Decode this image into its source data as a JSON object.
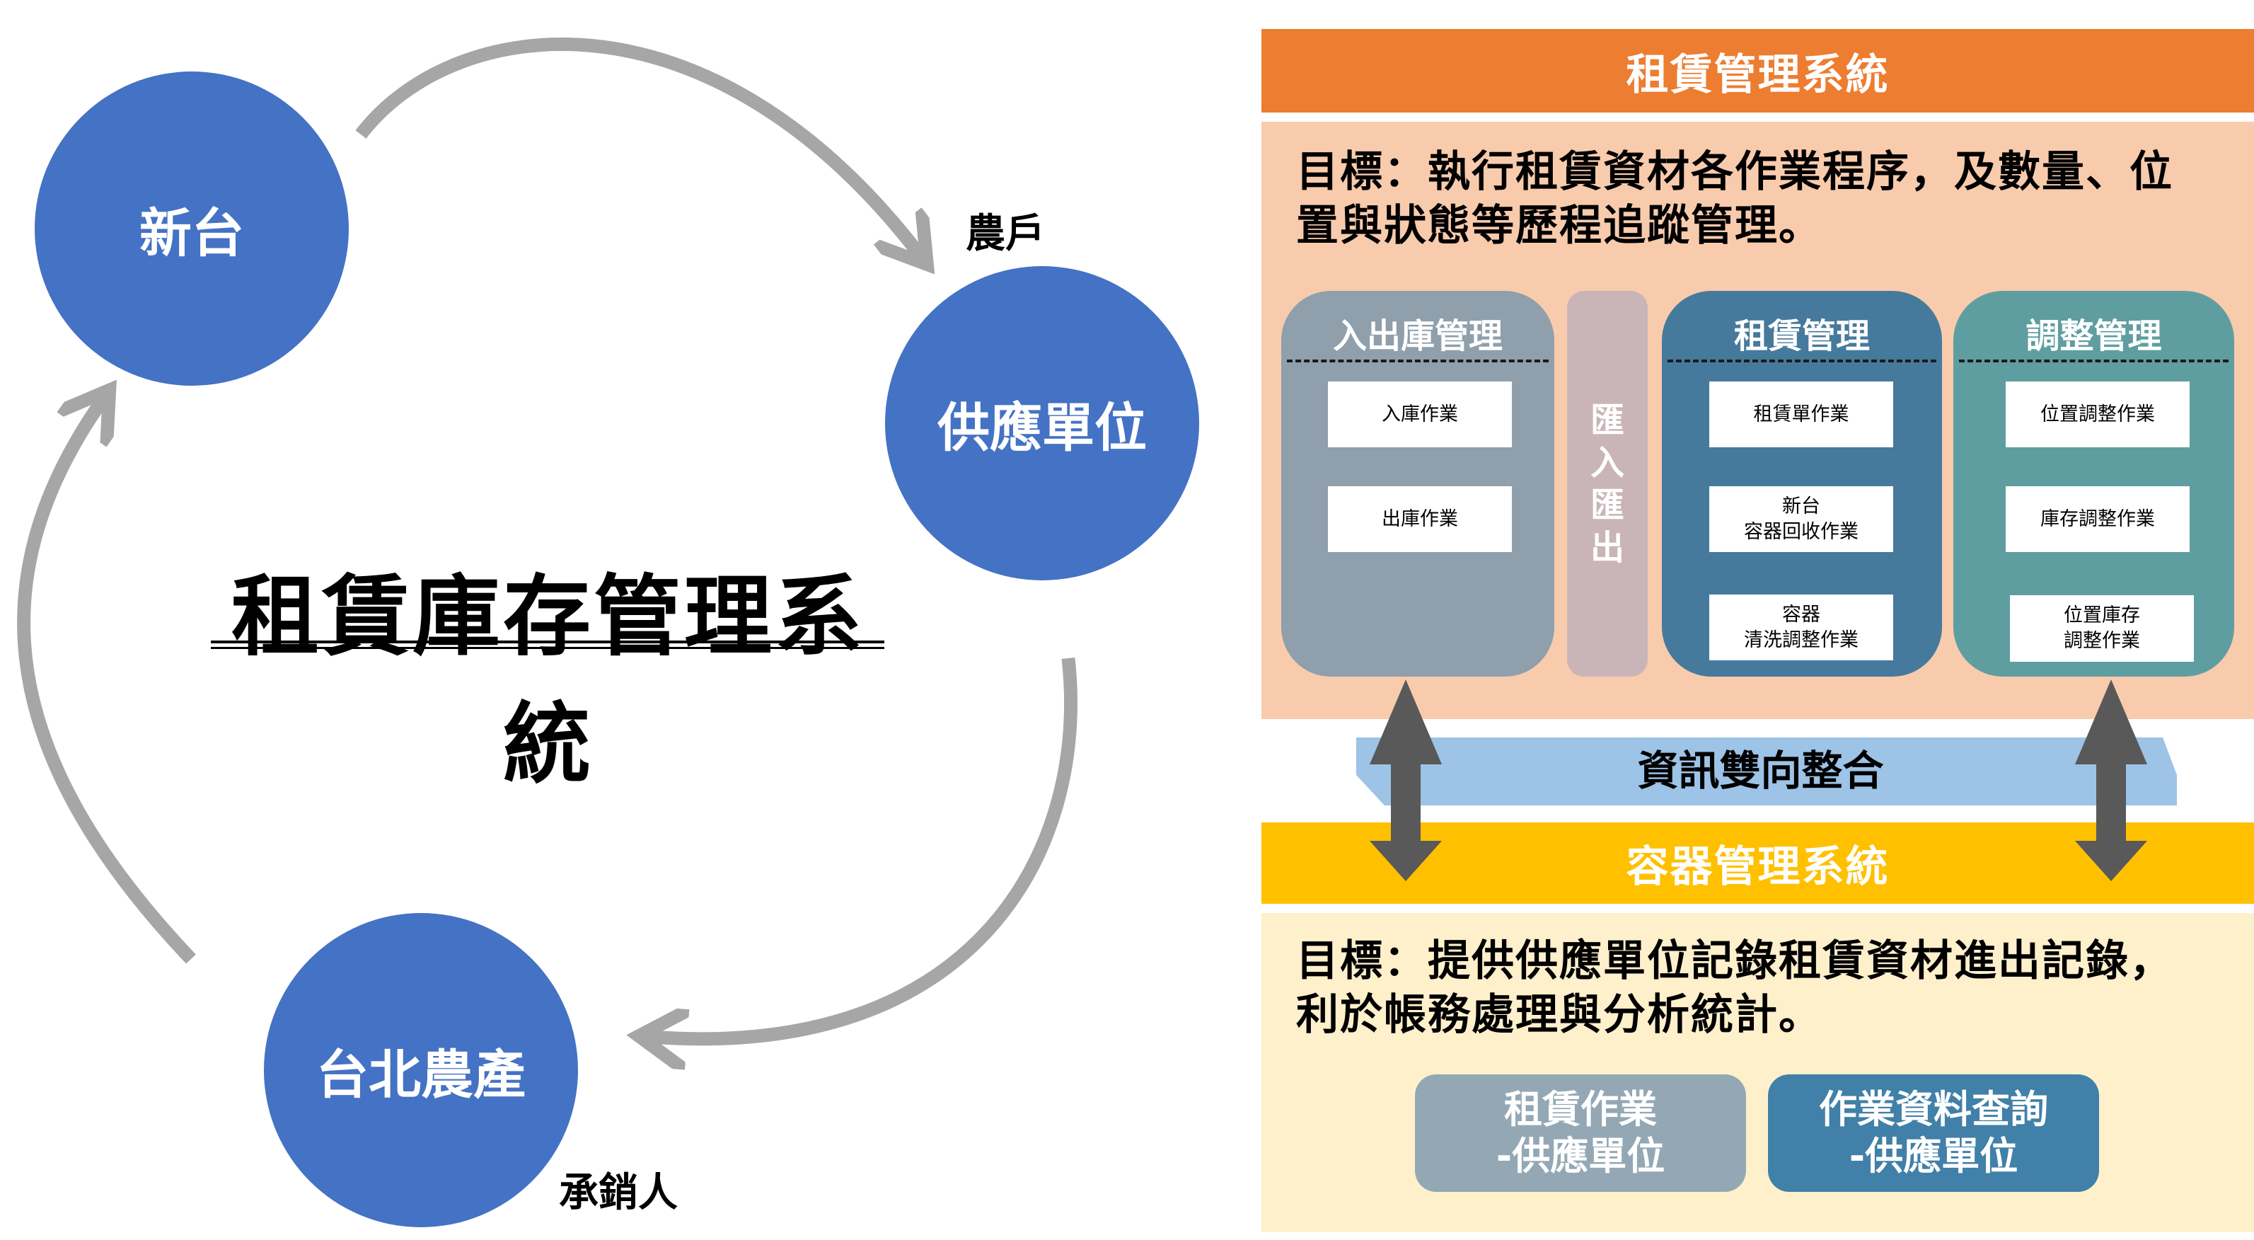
{
  "cycle": {
    "title": "租賃庫存管理系統",
    "nodes": [
      {
        "label": "新台",
        "role_label": ""
      },
      {
        "label": "供應單位",
        "role_label": "農戶"
      },
      {
        "label": "台北農產",
        "role_label": "承銷人"
      }
    ],
    "colors": {
      "node": "#4472C4",
      "arrow": "#A6A6A6"
    }
  },
  "rental_system": {
    "title": "租賃管理系統",
    "goal": "目標：執行租賃資材各作業程序，及數量、位置與狀態等歷程追蹤管理。",
    "goal_lines": [
      "目標：執行租賃資材各作業程序，及數量、位",
      "置與狀態等歷程追蹤管理。"
    ],
    "modules": [
      {
        "title": "入出庫管理",
        "tasks": [
          "入庫作業",
          "出庫作業"
        ]
      },
      {
        "title": "租賃管理",
        "tasks": [
          "租賃單作業",
          "新台\n容器回收作業",
          "容器\n清洗調整作業"
        ]
      },
      {
        "title": "調整管理",
        "tasks": [
          "位置調整作業",
          "庫存調整作業",
          "位置庫存\n調整作業"
        ]
      }
    ],
    "import_export": [
      "匯",
      "入",
      "匯",
      "出"
    ],
    "colors": {
      "header": "#ED7D31",
      "panel": "#F8CBAD",
      "module1": "#8F9FAB",
      "io": "#C9B4B7",
      "module2": "#457A9C",
      "module3": "#5F9EA0"
    }
  },
  "integration": {
    "label": "資訊雙向整合",
    "color": "#9DC3E6",
    "arrow_color": "#595959"
  },
  "container_system": {
    "title": "容器管理系統",
    "goal_lines": [
      "目標：提供供應單位記錄租賃資材進出記錄，",
      "利於帳務處理與分析統計。"
    ],
    "buttons": [
      {
        "label": "租賃作業\n-供應單位"
      },
      {
        "label": "作業資料查詢\n-供應單位"
      }
    ],
    "colors": {
      "header": "#FFC000",
      "panel": "#FFF0CC",
      "button1": "#93A8B4",
      "button2": "#4180A8"
    }
  }
}
